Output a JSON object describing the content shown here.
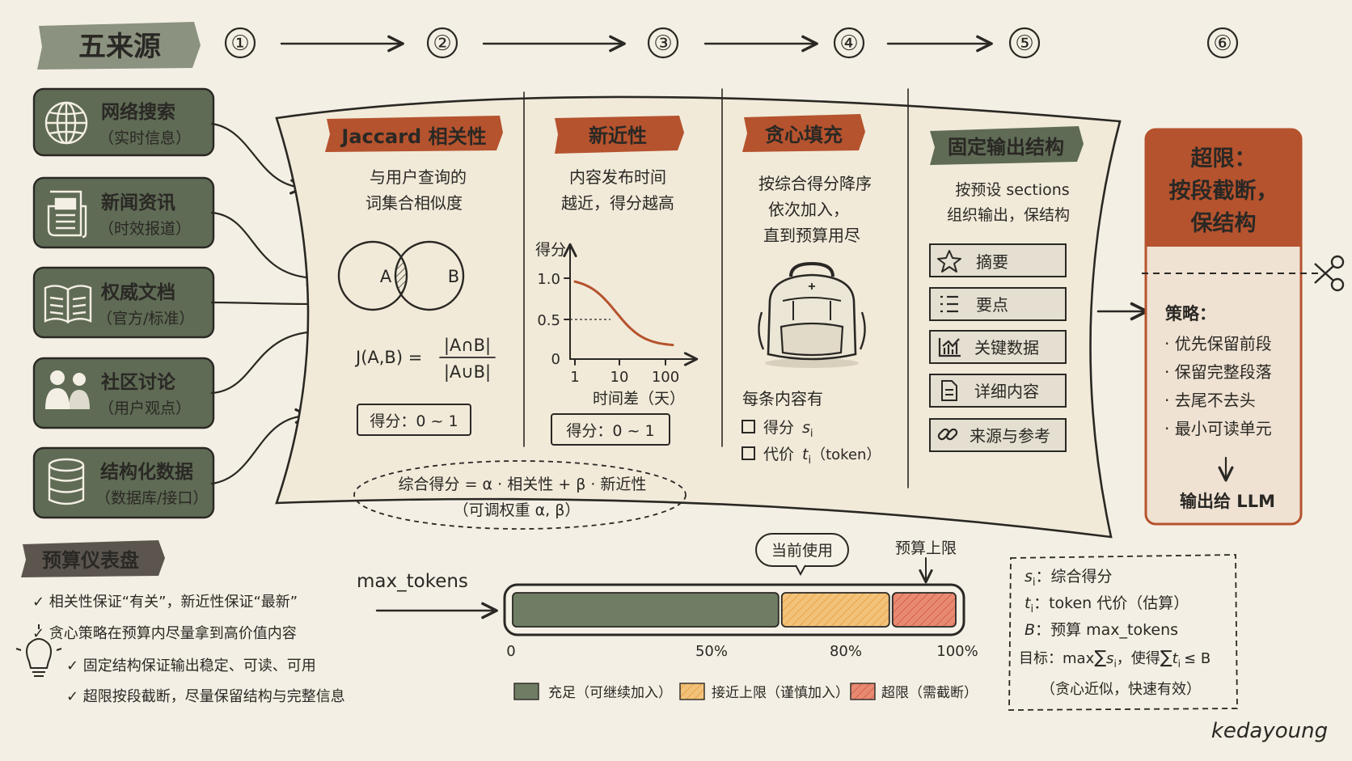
{
  "header": {
    "sources_title": "五来源"
  },
  "steps": [
    "①",
    "②",
    "③",
    "④",
    "⑤",
    "⑥"
  ],
  "sources": [
    {
      "title": "网络搜索",
      "sub": "（实时信息）",
      "icon": "globe-icon"
    },
    {
      "title": "新闻资讯",
      "sub": "（时效报道）",
      "icon": "newspaper-icon"
    },
    {
      "title": "权威文档",
      "sub": "（官方/标准）",
      "icon": "book-icon"
    },
    {
      "title": "社区讨论",
      "sub": "（用户观点）",
      "icon": "people-icon"
    },
    {
      "title": "结构化数据",
      "sub": "（数据库/接口）",
      "icon": "database-icon"
    }
  ],
  "jaccard": {
    "title": "Jaccard 相关性",
    "desc1": "与用户查询的",
    "desc2": "词集合相似度",
    "venn_a": "A",
    "venn_b": "B",
    "formula_lhs": "J(A,B) =",
    "formula_num": "|A∩B|",
    "formula_den": "|A∪B|",
    "score": "得分：0 ~ 1"
  },
  "recency": {
    "title": "新近性",
    "desc1": "内容发布时间",
    "desc2": "越近，得分越高",
    "y_label": "得分",
    "y_ticks": [
      "1.0",
      "0.5",
      "0"
    ],
    "x_ticks": [
      "1",
      "10",
      "100"
    ],
    "x_label": "时间差（天）",
    "score": "得分：0 ~ 1"
  },
  "greedy": {
    "title": "贪心填充",
    "desc1": "按综合得分降序",
    "desc2": "依次加入，",
    "desc3": "直到预算用尽",
    "each": "每条内容有",
    "item_score": "得分",
    "item_score_var": "s",
    "item_cost": "代价",
    "item_cost_var": "t",
    "item_cost_unit": "（token）",
    "subscript": "i"
  },
  "structure": {
    "title": "固定输出结构",
    "desc1": "按预设 sections",
    "desc2": "组织输出，保结构",
    "sections": [
      {
        "label": "摘要",
        "icon": "star-icon"
      },
      {
        "label": "要点",
        "icon": "list-icon"
      },
      {
        "label": "关键数据",
        "icon": "bar-chart-icon"
      },
      {
        "label": "详细内容",
        "icon": "document-icon"
      },
      {
        "label": "来源与参考",
        "icon": "link-icon"
      }
    ]
  },
  "combined": {
    "line1": "综合得分 = α · 相关性 + β · 新近性",
    "line2": "（可调权重 α, β）"
  },
  "overflow": {
    "title1": "超限：",
    "title2": "按段截断，",
    "title3": "保结构",
    "strategy_title": "策略：",
    "items": [
      "· 优先保留前段",
      "· 保留完整段落",
      "· 去尾不去头",
      "· 最小可读单元"
    ],
    "output": "输出给 LLM"
  },
  "budget": {
    "title": "预算仪表盘",
    "max_tokens_label": "max_tokens",
    "current_label": "当前使用",
    "limit_label": "预算上限",
    "ticks": [
      "0",
      "50%",
      "80%",
      "100%"
    ],
    "tips": [
      "✓ 相关性保证“有关”，新近性保证“最新”",
      "✓ 贪心策略在预算内尽量拿到高价值内容",
      "✓ 固定结构保证输出稳定、可读、可用",
      "✓ 超限按段截断，尽量保留结构与完整信息"
    ],
    "legend": [
      {
        "label": "充足（可继续加入）",
        "color": "#6f7d64"
      },
      {
        "label": "接近上限（谨慎加入）",
        "color": "#f1b964"
      },
      {
        "label": "超限（需截断）",
        "color": "#e0735c"
      }
    ]
  },
  "notation": {
    "s_def": "综合得分",
    "t_def": "token 代价（估算）",
    "b_def": "预算 max_tokens",
    "s_sym": "s",
    "t_sym": "t",
    "b_sym": "B",
    "sub": "i",
    "goal_prefix": "目标：max",
    "goal_mid": "，使得",
    "goal_end": "≤ B",
    "note": "（贪心近似，快速有效）"
  },
  "signature": "kedayoung",
  "colors": {
    "sage": "#5f6b55",
    "rust": "#b5532e",
    "amber": "#f1b964",
    "coral": "#e0735c",
    "paper": "#f4efe4",
    "ink": "#2a2824"
  }
}
